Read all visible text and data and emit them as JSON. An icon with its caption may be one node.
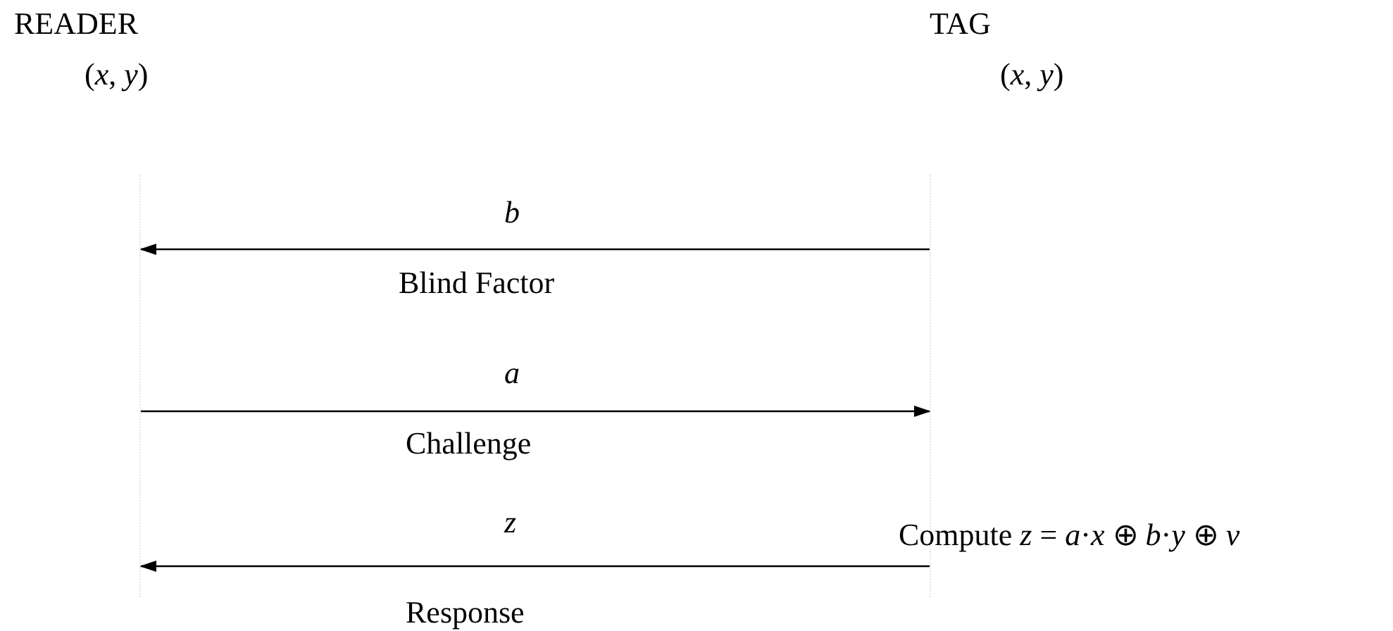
{
  "diagram": {
    "nodes": [
      {
        "text": [
          "READER",
          "(*x*, *y*)"
        ]
      },
      {
        "text": [
          "TAG",
          "(*x*, *y*)"
        ]
      }
    ],
    "edges": [
      {
        "from": 1,
        "to": 0,
        "arrow": "to",
        "label": "b"
      },
      {
        "from": 0,
        "to": 1,
        "arrow": "to",
        "label": "a"
      },
      {
        "from": 1,
        "to": 0,
        "arrow": "to",
        "label": "z"
      }
    ],
    "labels": [
      "Blind Factor",
      "Challenge",
      "Compute *z* = *a*·*x* ⊕ *b*·*y* ⊕ *v*",
      "Response"
    ]
  }
}
